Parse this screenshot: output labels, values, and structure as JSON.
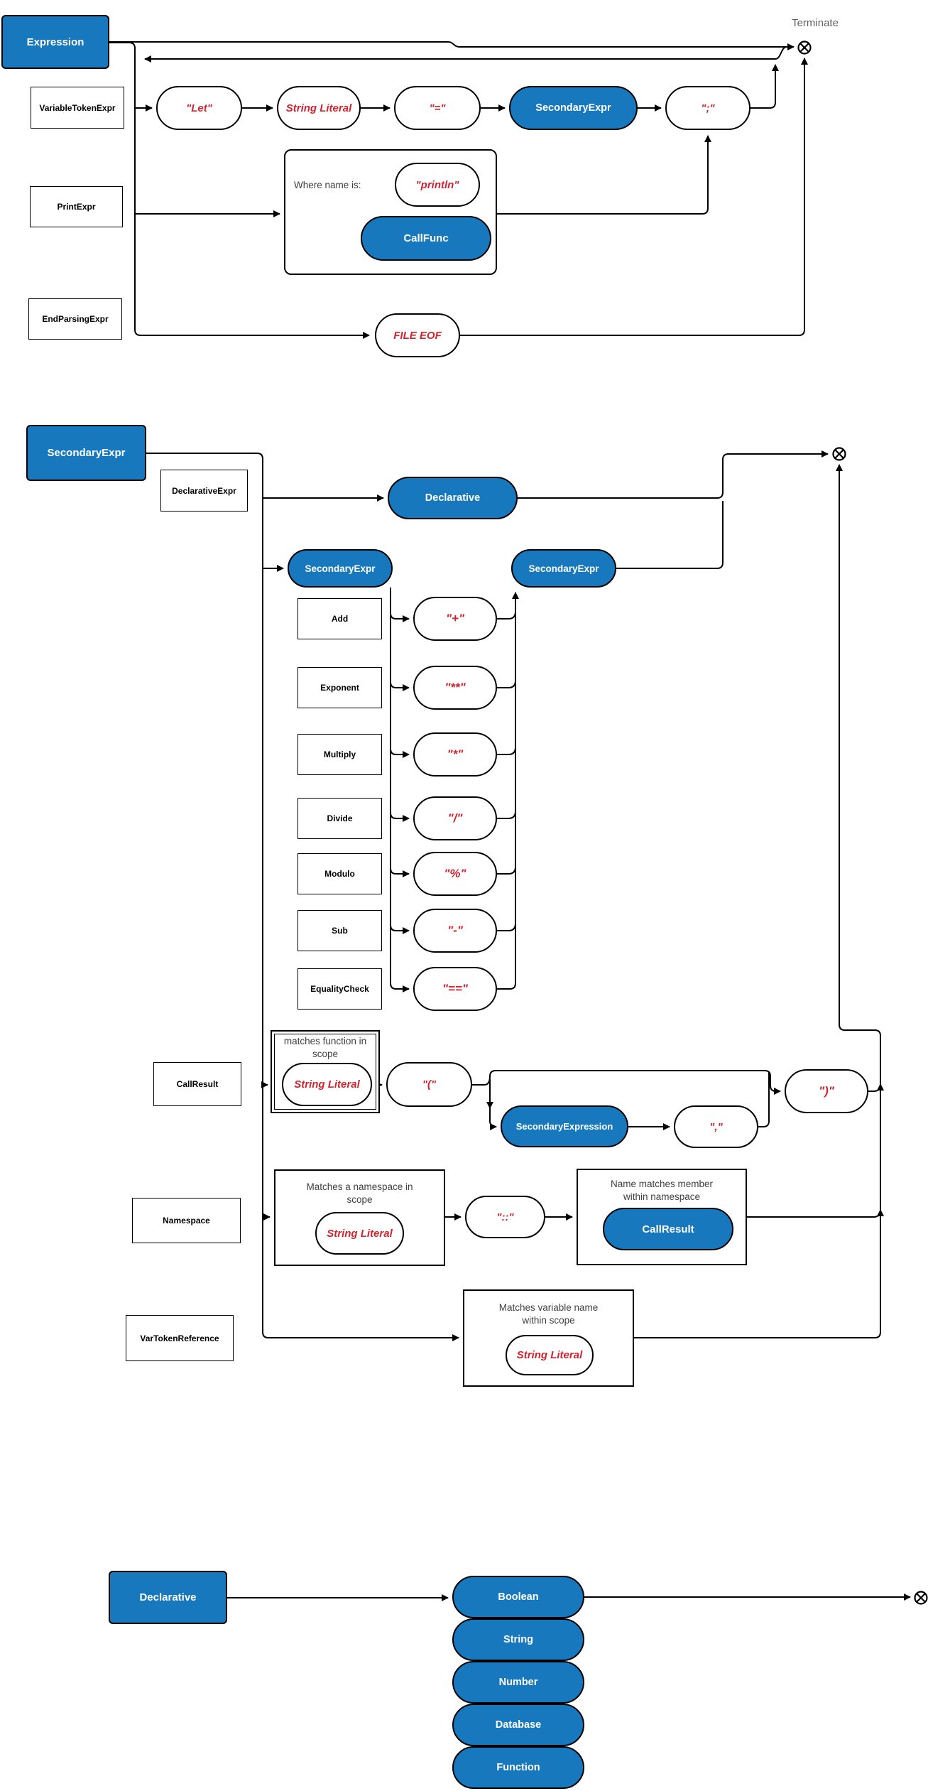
{
  "terminate_label": "Terminate",
  "colors": {
    "accent_blue": "#1878be",
    "token_red": "#d2232f"
  },
  "expression": {
    "title": "Expression",
    "variable_row": {
      "label": "VariableTokenExpr",
      "let_token": "\"Let\"",
      "string_literal": "String Literal",
      "equals_token": "\"=\"",
      "secondary_ref": "SecondaryExpr",
      "semicolon_token": "\";\""
    },
    "print_row": {
      "label": "PrintExpr",
      "caption": "Where name is:",
      "println_token": "\"println\"",
      "callfunc_ref": "CallFunc"
    },
    "end_row": {
      "label": "EndParsingExpr",
      "eof_token": "FILE EOF"
    }
  },
  "secondary": {
    "title": "SecondaryExpr",
    "declarative_row": {
      "label": "DeclarativeExpr",
      "declarative_ref": "Declarative"
    },
    "binary_row": {
      "left_ref": "SecondaryExpr",
      "right_ref": "SecondaryExpr",
      "operators": [
        {
          "name": "Add",
          "token": "\"+\""
        },
        {
          "name": "Exponent",
          "token": "\"**\""
        },
        {
          "name": "Multiply",
          "token": "\"*\""
        },
        {
          "name": "Divide",
          "token": "\"/\""
        },
        {
          "name": "Modulo",
          "token": "\"%\""
        },
        {
          "name": "Sub",
          "token": "\"-\""
        },
        {
          "name": "EqualityCheck",
          "token": "\"==\""
        }
      ]
    },
    "call_row": {
      "label": "CallResult",
      "caption": "matches function in\nscope",
      "string_literal": "String Literal",
      "open_paren_token": "\"(\"",
      "secondary_expression_ref": "SecondaryExpression",
      "comma_token": "\",\"",
      "close_paren_token": "\")\""
    },
    "namespace_row": {
      "label": "Namespace",
      "caption": "Matches a namespace in\nscope",
      "string_literal": "String Literal",
      "separator_token": "\"::\"",
      "member_caption": "Name matches member\nwithin namespace",
      "callresult_ref": "CallResult"
    },
    "vartoken_row": {
      "label": "VarTokenReference",
      "caption": "Matches variable name\nwithin scope",
      "string_literal": "String Literal"
    }
  },
  "declarative": {
    "title": "Declarative",
    "types": [
      "Boolean",
      "String",
      "Number",
      "Database",
      "Function"
    ]
  }
}
